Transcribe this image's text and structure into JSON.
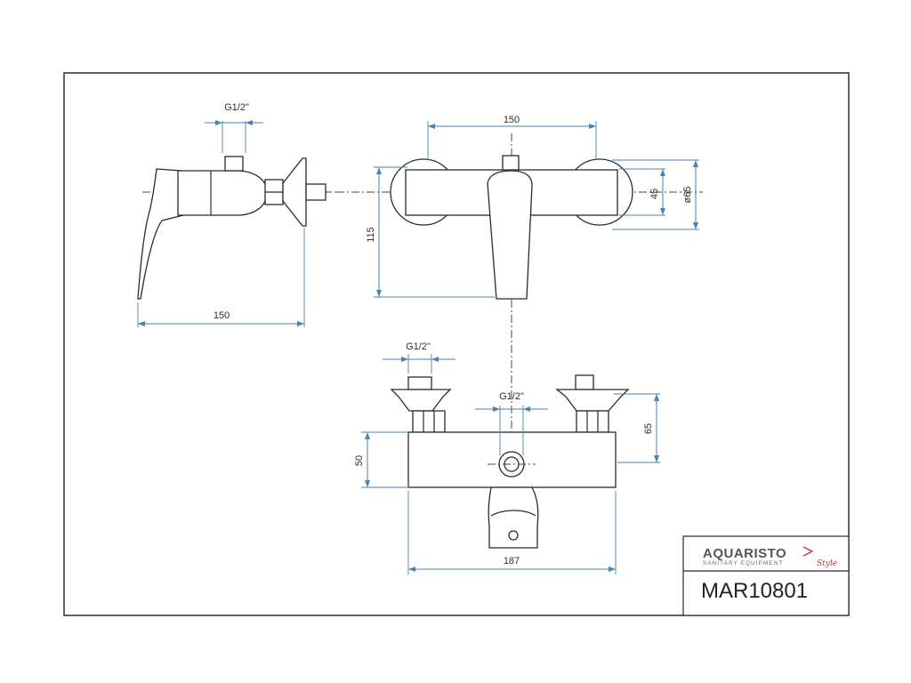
{
  "dimensions": {
    "side_top_thread": "G1/2\"",
    "side_length": "150",
    "front_centers": "150",
    "front_height": "115",
    "front_flange_inner": "45",
    "front_flange_diameter": "ø65",
    "bottom_thread_left": "G1/2\"",
    "bottom_thread_center": "G1/2\"",
    "bottom_body_height": "50",
    "bottom_outlet_height": "65",
    "bottom_width": "187"
  },
  "title_block": {
    "brand": "AQUARISTO",
    "tagline": "SANITARY EQUIPMENT",
    "style_word": "Style",
    "model": "MAR10801"
  },
  "colors": {
    "dimension": "#4a82b0",
    "outline": "#2b2b2b",
    "accent": "#c0392b"
  }
}
